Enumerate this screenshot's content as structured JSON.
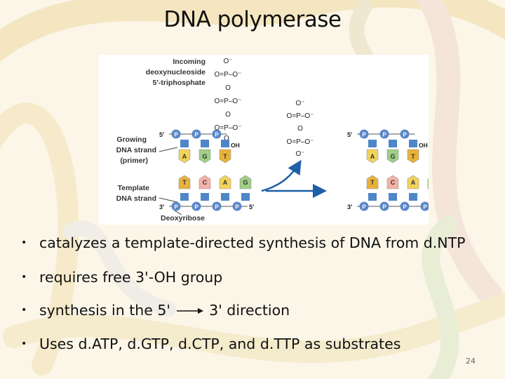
{
  "slide": {
    "title": "DNA polymerase",
    "page_number": "24"
  },
  "figure": {
    "labels": {
      "incoming_1": "Incoming",
      "incoming_2": "deoxynucleoside",
      "incoming_3": "5′-triphosphate",
      "growing_1": "Growing",
      "growing_2": "DNA strand",
      "growing_3": "(primer)",
      "template_1": "Template",
      "template_2": "DNA strand",
      "deoxyribose": "Deoxyribose"
    },
    "phosphate_symbol": "P",
    "oh_label": "OH",
    "prime_5": "5′",
    "prime_3": "3′",
    "left_top_bases": [
      "A",
      "G",
      "T"
    ],
    "left_bottom_bases": [
      "T",
      "C",
      "A",
      "G"
    ],
    "right_top_bases": [
      "A",
      "G",
      "T"
    ],
    "right_bottom_bases": [
      "T",
      "C",
      "A",
      "G"
    ]
  },
  "bullets": [
    {
      "text": "catalyzes a template-directed synthesis of DNA  from d.NTP"
    },
    {
      "text": "requires free 3'-OH group"
    },
    {
      "text_before": "synthesis in the 5'",
      "text_after": " 3' direction"
    },
    {
      "text": "Uses d.ATP, d.GTP, d.CTP, and d.TTP as substrates"
    }
  ],
  "colors": {
    "phosphate": "#5b86c8",
    "adenine": "#f2d35a",
    "guanine": "#9fce86",
    "thymine": "#e8b13a",
    "cytosine": "#f5b1a6",
    "arrow": "#1f5fa8"
  }
}
